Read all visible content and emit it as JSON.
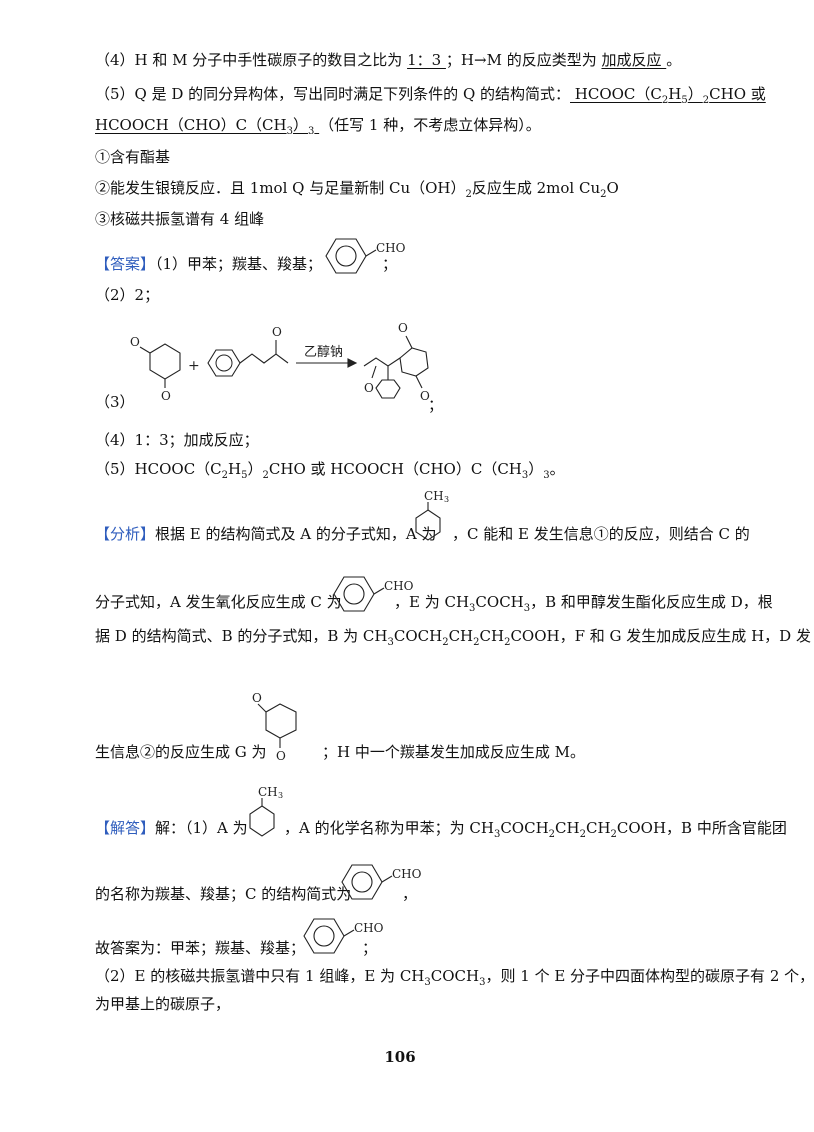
{
  "q4": {
    "a": "（4）H 和 M 分子中手性碳原子的数目之比为 ",
    "b": "  1：3  ",
    "c": "；H→M 的反应类型为 ",
    "d": "  加成反应  ",
    "e": "。"
  },
  "q5": {
    "a": "（5）Q 是 D 的同分异构体，写出同时满足下列条件的 Q 的结构简式：",
    "b1": "  HCOOC（C",
    "b2": "H",
    "b3": "）",
    "b4": "CHO 或",
    "c1": "HCOOCH（CHO）C（CH",
    "c2": "）",
    "c3": "  ",
    "d": "（任写 1 种，不考虑立体异构）。"
  },
  "conds": {
    "c1": "①含有酯基",
    "c2a": "②能发生银镜反应．且 1mol Q 与足量新制 Cu（OH）",
    "c2b": "反应生成 2mol Cu",
    "c2c": "O",
    "c3": "③核磁共振氢谱有 4 组峰"
  },
  "answer": {
    "tag": "【答案】",
    "a1": "（1）甲苯；羰基、羧基；",
    "a1end": "；",
    "a2": "（2）2；",
    "a3": "（3）",
    "a3end": "；",
    "reagent": "乙醇钠",
    "a4": "（4）1：3；加成反应；",
    "a5a": "（5）HCOOC（C",
    "a5b": "H",
    "a5c": "）",
    "a5d": "CHO 或 HCOOCH（CHO）C（CH",
    "a5e": "）",
    "a5f": "。"
  },
  "analysis": {
    "tag": "【分析】",
    "l1a": "根据 E 的结构简式及 A 的分子式知，A 为",
    "l1b": "，C 能和 E 发生信息①的反应，则结合 C 的",
    "l2a": "分子式知，A 发生氧化反应生成 C 为",
    "l2b": "，E 为 CH",
    "l2c": "COCH",
    "l2d": "，B 和甲醇发生酯化反应生成 D，根",
    "l3a": "据 D 的结构简式、B 的分子式知，B 为 CH",
    "l3b": "COCH",
    "l3c": "CH",
    "l3d": "CH",
    "l3e": "COOH，F 和 G 发生加成反应生成 H，D 发",
    "l4a": "生信息②的反应生成 G 为",
    "l4b": "；H 中一个羰基发生加成反应生成 M。"
  },
  "solution": {
    "tag": "【解答】",
    "l1a": "解：（1）A 为",
    "l1b": "，A 的化学名称为甲苯；为 CH",
    "l1c": "COCH",
    "l1d": "CH",
    "l1e": "CH",
    "l1f": "COOH，B 中所含官能团",
    "l2a": "的名称为羰基、羧基；C 的结构简式为",
    "l2b": "，",
    "l3a": "故答案为：甲苯；羰基、羧基；",
    "l3b": "；",
    "l4a": "（2）E 的核磁共振氢谱中只有 1 组峰，E 为 CH",
    "l4b": "COCH",
    "l4c": "，则 1 个 E 分子中四面体构型的碳原子有 2 个，",
    "l5": "为甲基上的碳原子，"
  },
  "chem": {
    "cho": "CHO",
    "ch3": "CH",
    "ch3sub": "3",
    "o": "O"
  },
  "subs": {
    "two": "2",
    "three": "3",
    "five": "5"
  },
  "page_number": "106"
}
